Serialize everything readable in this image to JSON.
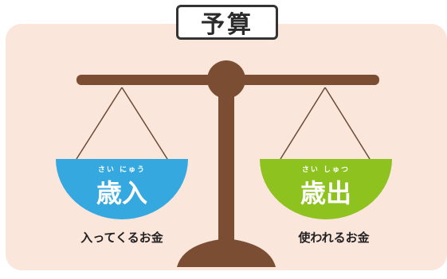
{
  "title": "予算",
  "left_pan": {
    "ruby": "さい にゅう",
    "label": "歳入",
    "caption": "入ってくるお金",
    "color": "#35a8e0"
  },
  "right_pan": {
    "ruby": "さい しゅつ",
    "label": "歳出",
    "caption": "使われるお金",
    "color": "#8dc21f"
  },
  "colors": {
    "panel_bg": "#fbe6dc",
    "scale_brown": "#7b4d32"
  }
}
